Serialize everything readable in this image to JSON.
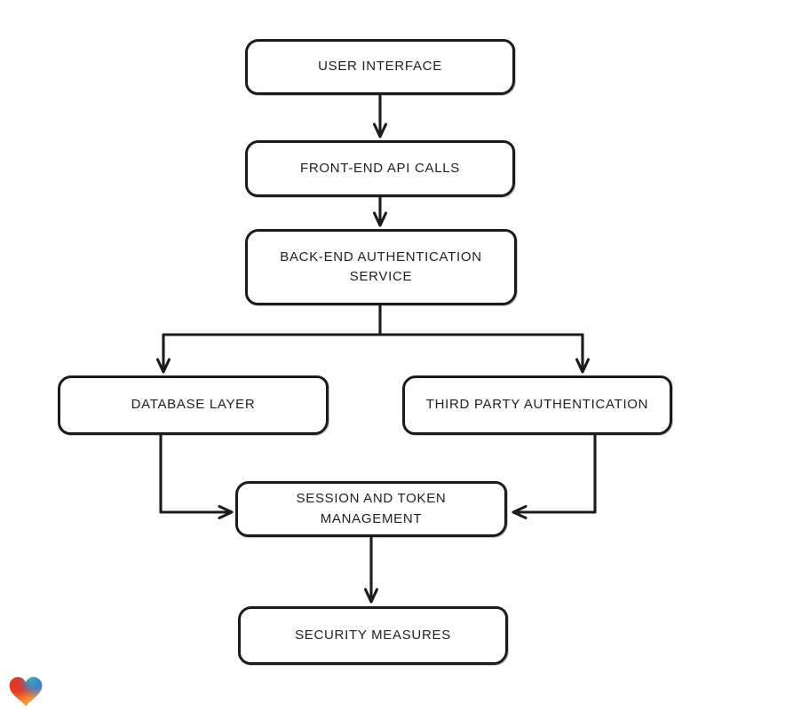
{
  "page": {
    "background": "#ffffff"
  },
  "colors": {
    "stroke": "#1b1b1b",
    "node_fill": "#ffffff",
    "text": "#1f1f1f",
    "heart_red": "#e23327",
    "heart_orange": "#f5942f",
    "heart_blue": "#2f7fe0",
    "heart_teal": "#35b5a5"
  },
  "diagram": {
    "type": "flowchart",
    "nodes": [
      {
        "id": "user-interface",
        "label": "USER INTERFACE"
      },
      {
        "id": "front-end-api-calls",
        "label": "FRONT-END API CALLS"
      },
      {
        "id": "back-end-authentication-service",
        "label": "BACK-END AUTHENTICATION\nSERVICE"
      },
      {
        "id": "database-layer",
        "label": "DATABASE LAYER"
      },
      {
        "id": "third-party-authentication",
        "label": "THIRD PARTY AUTHENTICATION"
      },
      {
        "id": "session-and-token-management",
        "label": "SESSION AND TOKEN\nMANAGEMENT"
      },
      {
        "id": "security-measures",
        "label": "SECURITY MEASURES"
      }
    ],
    "edges": [
      {
        "from": "user-interface",
        "to": "front-end-api-calls"
      },
      {
        "from": "front-end-api-calls",
        "to": "back-end-authentication-service"
      },
      {
        "from": "back-end-authentication-service",
        "to": "database-layer"
      },
      {
        "from": "back-end-authentication-service",
        "to": "third-party-authentication"
      },
      {
        "from": "database-layer",
        "to": "session-and-token-management"
      },
      {
        "from": "third-party-authentication",
        "to": "session-and-token-management"
      },
      {
        "from": "session-and-token-management",
        "to": "security-measures"
      }
    ]
  },
  "branding": {
    "logo_icon": "heart-icon"
  }
}
